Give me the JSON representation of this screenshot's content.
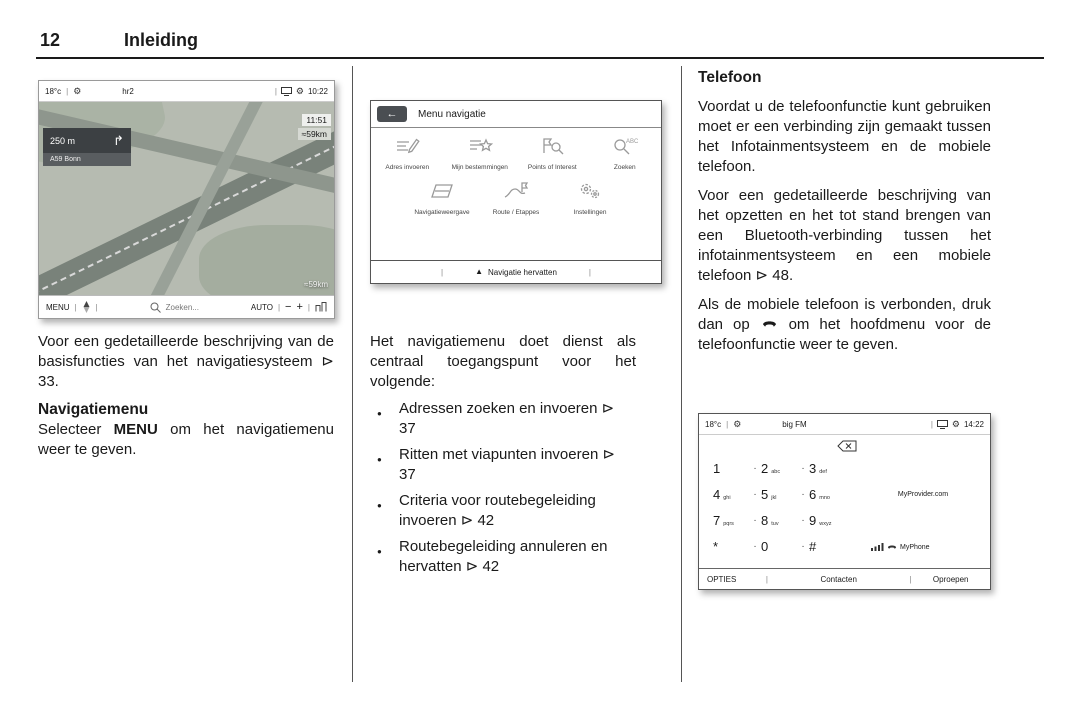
{
  "icons": {
    "separator": "|",
    "gear": "⚙",
    "back_arrow": "←",
    "turn_right": "↱",
    "bullet": "●",
    "key_dot": "·",
    "resume_arrow": "▲",
    "search_abc": "ABC"
  },
  "header": {
    "page_number": "12",
    "chapter": "Inleiding"
  },
  "left": {
    "nav_screen": {
      "status_temp": "18°c",
      "status_station": "hr2",
      "status_time": "10:22",
      "maneuver_distance": "250 m",
      "maneuver_road": "A59 Bonn",
      "eta_time": "11:51",
      "eta_distance": "≈59km",
      "scale_distance": "≈59km",
      "menu_button": "MENU",
      "search_placeholder": "Zoeken...",
      "auto_label": "AUTO",
      "zoom_out": "−",
      "zoom_in": "+"
    },
    "para1": "Voor een gedetailleerde beschrijving van de basisfuncties van het navigatiesysteem ⊳ 33.",
    "heading": "Navigatiemenu",
    "para2_pre": "Selecteer ",
    "para2_key": "MENU",
    "para2_post": " om het navigatiemenu weer te geven."
  },
  "middle": {
    "menu_screen": {
      "title": "Menu navigatie",
      "items": [
        {
          "label": "Adres invoeren"
        },
        {
          "label": "Mijn bestemmingen"
        },
        {
          "label": "Points of Interest"
        },
        {
          "label": "Zoeken"
        },
        {
          "label": "Navigatieweergave"
        },
        {
          "label": "Route / Etappes"
        },
        {
          "label": "Instellingen"
        }
      ],
      "resume_label": "Navigatie hervatten"
    },
    "intro": "Het navigatiemenu doet dienst als centraal toegangspunt voor het volgende:",
    "bullets": [
      {
        "text": "Adressen zoeken en invoeren ⊳ 37"
      },
      {
        "text": "Ritten met viapunten invoeren ⊳ 37"
      },
      {
        "text": "Criteria voor routebegeleiding invoeren ⊳ 42"
      },
      {
        "text": "Routebegeleiding annuleren en hervatten ⊳ 42"
      }
    ]
  },
  "right": {
    "heading": "Telefoon",
    "para1": "Voordat u de telefoonfunctie kunt gebruiken moet er een verbinding zijn gemaakt tussen het Infotainmentsysteem en de mobiele telefoon.",
    "para2": "Voor een gedetailleerde beschrijving van het opzetten en het tot stand brengen van een Bluetooth-verbinding tussen het infotainmentsysteem en een mobiele telefoon ⊳ 48.",
    "para3_pre": "Als de mobiele telefoon is verbonden, druk dan op ",
    "para3_post": " om het hoofdmenu voor de telefoonfunctie weer te geven.",
    "phone_screen": {
      "status_temp": "18°c",
      "status_station": "big FM",
      "status_time": "14:22",
      "provider": "MyProvider.com",
      "device": "MyPhone",
      "keys": [
        {
          "digit": "1",
          "letters": ""
        },
        {
          "digit": "2",
          "letters": "abc"
        },
        {
          "digit": "3",
          "letters": "def"
        },
        {
          "digit": "4",
          "letters": "ghi"
        },
        {
          "digit": "5",
          "letters": "jkl"
        },
        {
          "digit": "6",
          "letters": "mno"
        },
        {
          "digit": "7",
          "letters": "pqrs"
        },
        {
          "digit": "8",
          "letters": "tuv"
        },
        {
          "digit": "9",
          "letters": "wxyz"
        },
        {
          "digit": "*",
          "letters": ""
        },
        {
          "digit": "0",
          "letters": ""
        },
        {
          "digit": "#",
          "letters": ""
        }
      ],
      "softkey_left": "OPTIES",
      "softkey_center": "Contacten",
      "softkey_right": "Oproepen"
    }
  },
  "colors": {
    "rule": "#1a1a1a",
    "map_bg": "#b6bbb1",
    "overlay_bg": "#3c4043"
  }
}
